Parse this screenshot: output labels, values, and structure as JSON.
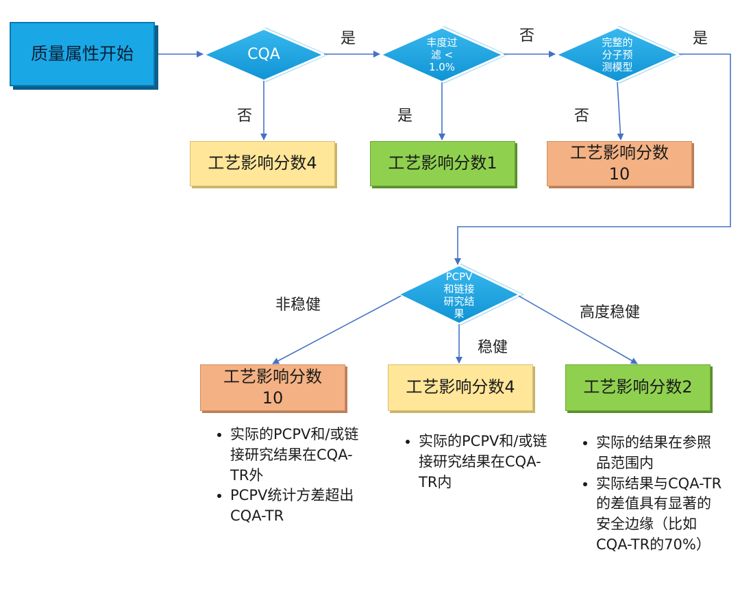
{
  "start": "质量属性开始",
  "decisions": {
    "cqa": "CQA",
    "abundance": "丰度过\n滤 <\n1.0%",
    "model": "完整的\n分子预\n测模型",
    "pcpv": "PCPV\n和链接\n研究结\n果"
  },
  "edge_labels": {
    "cqa_yes": "是",
    "cqa_no": "否",
    "abundance_no": "否",
    "abundance_yes": "是",
    "model_yes": "是",
    "model_no": "否",
    "non_robust": "非稳健",
    "robust": "稳健",
    "highly_robust": "高度稳健"
  },
  "outcomes": {
    "score4_top": "工艺影响分数4",
    "score1": "工艺影响分数1",
    "score10_top": "工艺影响分数\n10",
    "score10_bottom": "工艺影响分数\n10",
    "score4_bottom": "工艺影响分数4",
    "score2": "工艺影响分数2"
  },
  "notes": {
    "left": [
      "实际的PCPV和/或链接研究结果在CQA-TR外",
      "PCPV统计方差超出CQA-TR"
    ],
    "middle": [
      "实际的PCPV和/或链接研究结果在CQA-TR内"
    ],
    "right": [
      "实际的结果在参照品范围内",
      "实际结果与CQA-TR的差值具有显著的安全边缘（比如CQA-TR的70%）"
    ]
  },
  "colors": {
    "start": "#1aa7e6",
    "decision": "#1aa7e6",
    "arrow": "#4472c4",
    "yellow": "#ffe699",
    "green": "#8fd14f",
    "salmon": "#f4b183"
  }
}
